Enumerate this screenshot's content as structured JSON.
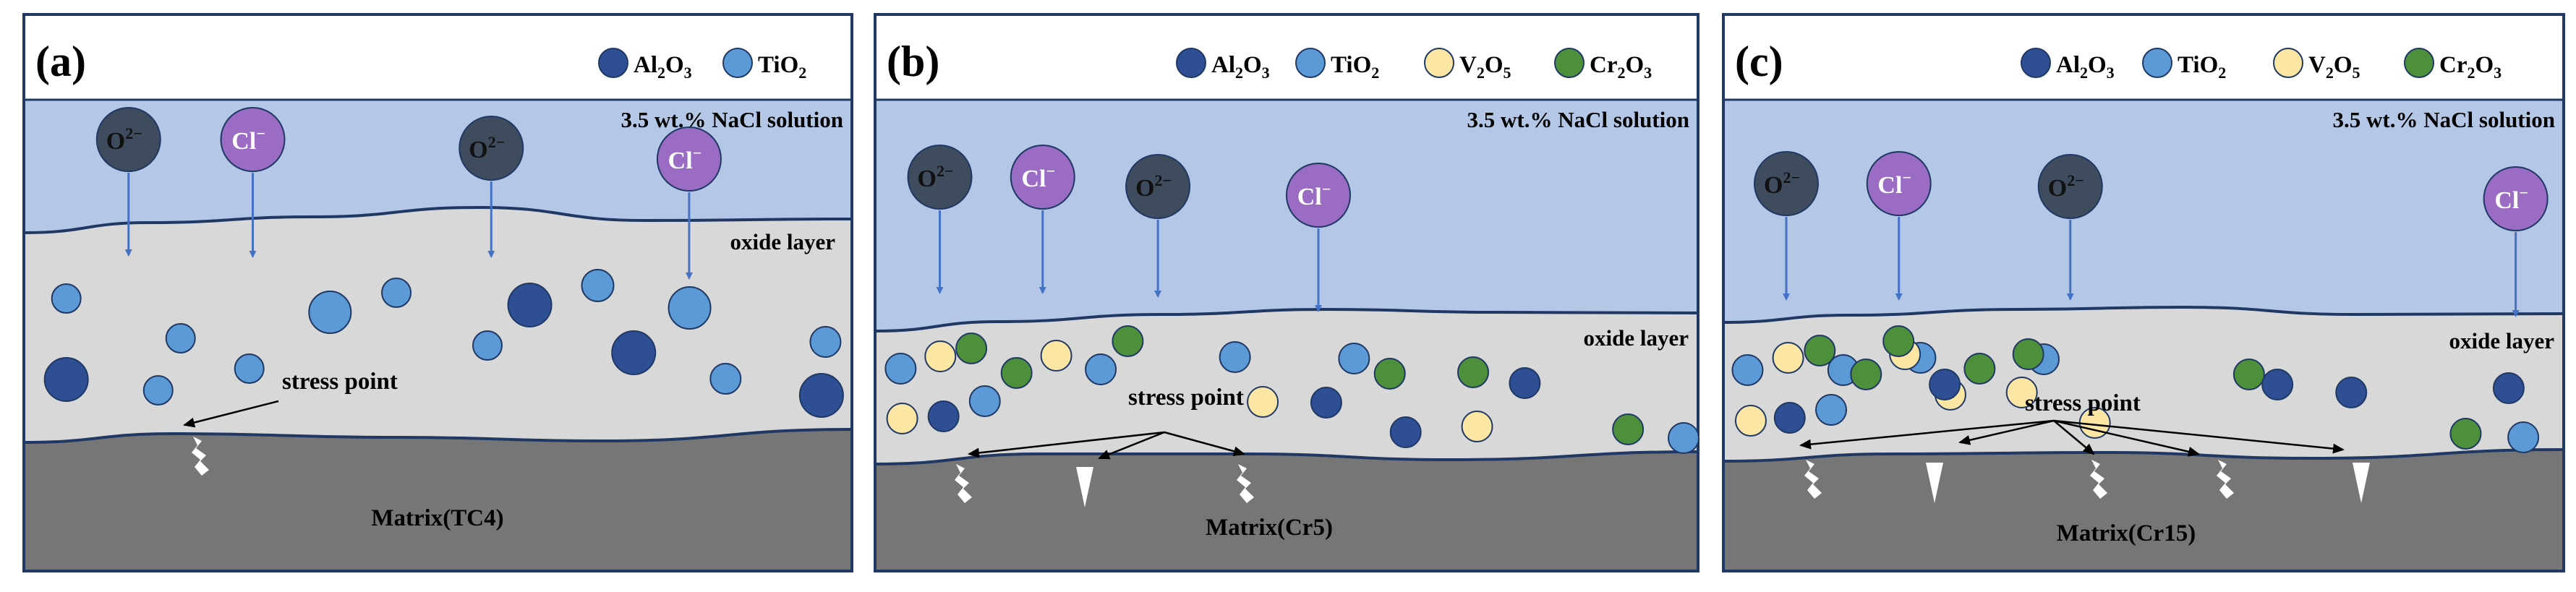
{
  "colors": {
    "al2o3": "#2f4f95",
    "tio2": "#5b9ad6",
    "v2o5": "#fbe7a3",
    "cr2o3": "#4d8f3a",
    "o2_ion": "#3e4c5e",
    "cl_ion": "#9a6cc4",
    "solution": "#b4c7e7",
    "oxide": "#d8d8d8",
    "matrix": "#767676",
    "arrow": "#4472c4",
    "outline": "#1f3864"
  },
  "legend": {
    "al2o3": {
      "base": "Al",
      "s1": "2",
      "mid": "O",
      "s2": "3"
    },
    "tio2": {
      "base": "TiO",
      "s1": "2",
      "mid": "",
      "s2": ""
    },
    "v2o5": {
      "base": "V",
      "s1": "2",
      "mid": "O",
      "s2": "5"
    },
    "cr2o3": {
      "base": "Cr",
      "s1": "2",
      "mid": "O",
      "s2": "3"
    }
  },
  "ions": {
    "o2": {
      "symbol": "O",
      "charge": "2−"
    },
    "cl": {
      "symbol": "Cl",
      "charge": "−"
    }
  },
  "labels": {
    "solution": "3.5 wt.% NaCl solution",
    "oxide": "oxide  layer",
    "stress": "stress point"
  },
  "panels": [
    {
      "label": "(a)",
      "matrix": "Matrix(TC4)",
      "legend_items": [
        "al2o3",
        "tio2"
      ]
    },
    {
      "label": "(b)",
      "matrix": "Matrix(Cr5)",
      "legend_items": [
        "al2o3",
        "tio2",
        "v2o5",
        "cr2o3"
      ]
    },
    {
      "label": "(c)",
      "matrix": "Matrix(Cr15)",
      "legend_items": [
        "al2o3",
        "tio2",
        "v2o5",
        "cr2o3"
      ]
    }
  ]
}
